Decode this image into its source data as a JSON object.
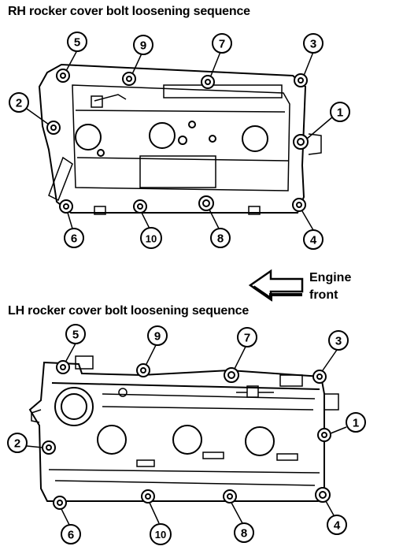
{
  "rh": {
    "title": "RH rocker cover bolt loosening sequence",
    "bolts": [
      "1",
      "2",
      "3",
      "4",
      "5",
      "6",
      "7",
      "8",
      "9",
      "10"
    ]
  },
  "lh": {
    "title": "LH rocker cover bolt loosening sequence",
    "bolts": [
      "1",
      "2",
      "3",
      "4",
      "5",
      "6",
      "7",
      "8",
      "9",
      "10"
    ]
  },
  "direction": {
    "label_line1": "Engine",
    "label_line2": "front",
    "arrow_icon": "left-arrow-icon"
  }
}
